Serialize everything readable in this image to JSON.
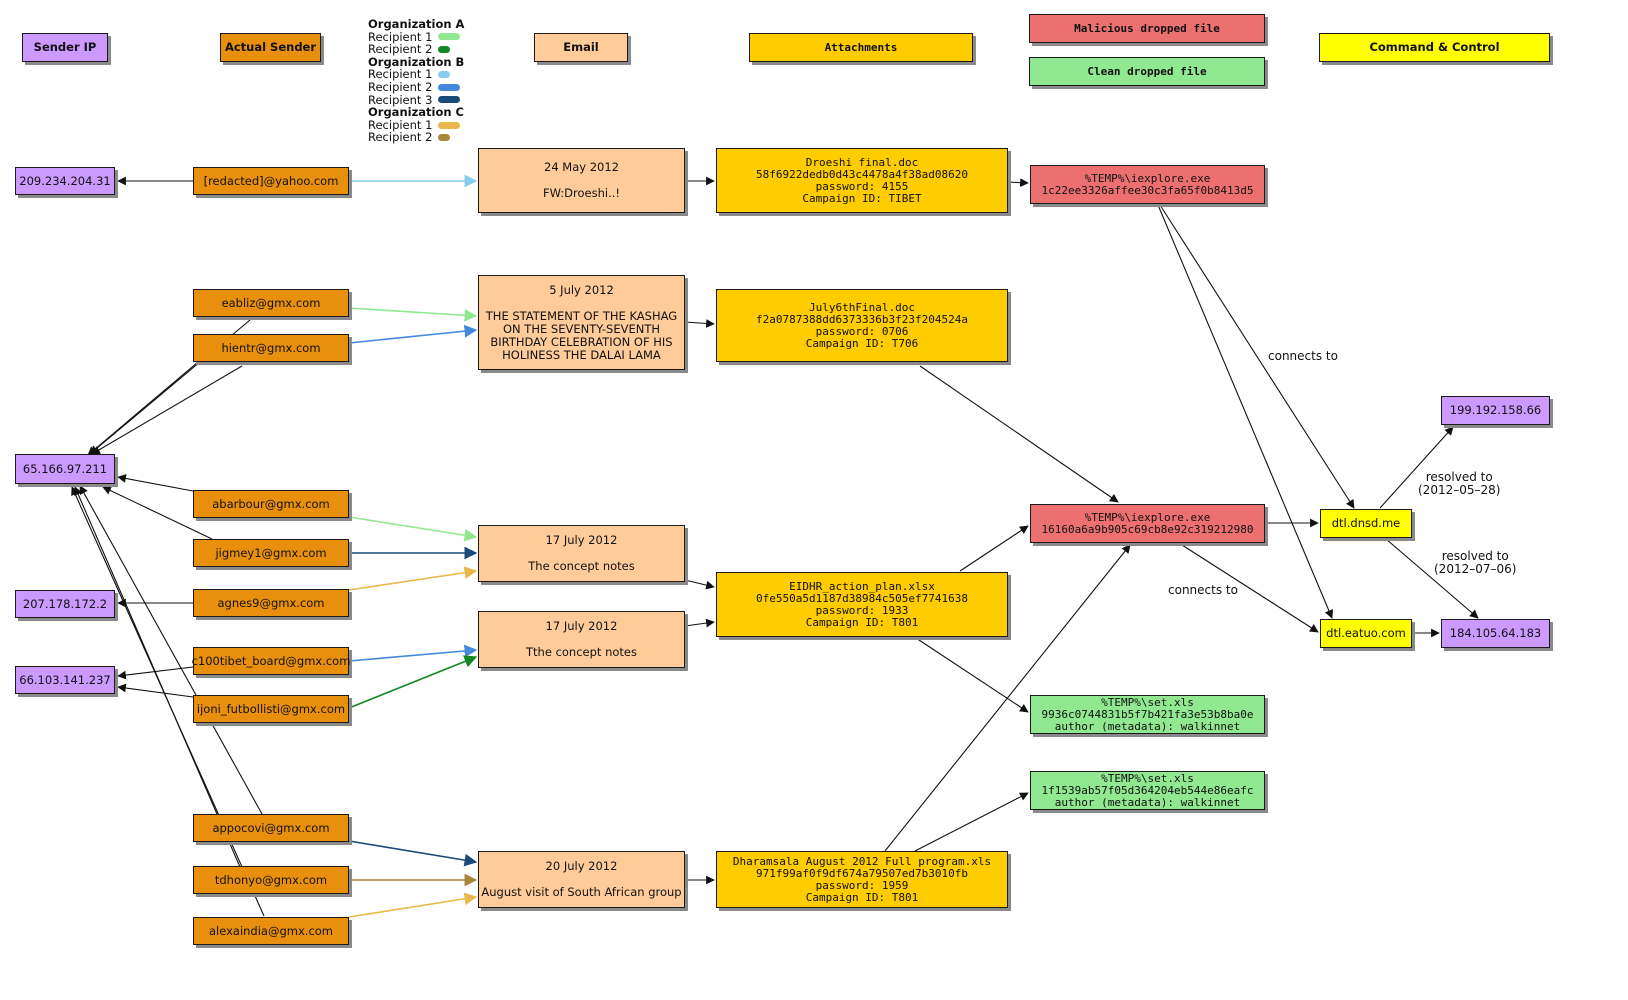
{
  "headers": {
    "sender_ip": "Sender IP",
    "actual_sender": "Actual Sender",
    "email": "Email",
    "attachments": "Attachments",
    "malicious": "Malicious dropped file",
    "clean": "Clean dropped file",
    "cc": "Command & Control"
  },
  "legend": [
    {
      "org": "Organization A",
      "recipients": [
        {
          "label": "Recipient 1",
          "color": "#90e890"
        },
        {
          "label": "Recipient 2",
          "color": "#118822"
        }
      ]
    },
    {
      "org": "Organization B",
      "recipients": [
        {
          "label": "Recipient 1",
          "color": "#88ccf0"
        },
        {
          "label": "Recipient 2",
          "color": "#4488dd"
        },
        {
          "label": "Recipient 3",
          "color": "#1a4a78"
        }
      ]
    },
    {
      "org": "Organization C",
      "recipients": [
        {
          "label": "Recipient 1",
          "color": "#e8b84a"
        },
        {
          "label": "Recipient 2",
          "color": "#a88838"
        }
      ]
    }
  ],
  "sender_ips": [
    "209.234.204.31",
    "65.166.97.211",
    "207.178.172.2",
    "66.103.141.237"
  ],
  "senders": [
    "[redacted]@yahoo.com",
    "eabliz@gmx.com",
    "hientr@gmx.com",
    "abarbour@gmx.com",
    "jigmey1@gmx.com",
    "agnes9@gmx.com",
    "c100tibet_board@gmx.com",
    "ijoni_futbollisti@gmx.com",
    "appocovi@gmx.com",
    "tdhonyo@gmx.com",
    "alexaindia@gmx.com"
  ],
  "emails": [
    {
      "date": "24 May 2012",
      "subject": "FW:Droeshi..!"
    },
    {
      "date": "5 July 2012",
      "subject": "THE STATEMENT OF THE KASHAG\nON THE SEVENTY-SEVENTH\nBIRTHDAY  CELEBRATION OF HIS\nHOLINESS THE DALAI LAMA"
    },
    {
      "date": "17 July 2012",
      "subject": "The concept notes"
    },
    {
      "date": "17 July 2012",
      "subject": "Tthe concept notes"
    },
    {
      "date": "20 July 2012",
      "subject": "August visit of South African group"
    }
  ],
  "attachments": [
    {
      "name": "Droeshi final.doc",
      "hash": "58f6922dedb0d43c4478a4f38ad08620",
      "password": "password: 4155",
      "campaign": "Campaign ID: TIBET"
    },
    {
      "name": "July6thFinal.doc",
      "hash": "f2a0787388dd6373336b3f23f204524a",
      "password": "password: 0706",
      "campaign": "Campaign ID: T706"
    },
    {
      "name": "EIDHR_action_plan.xlsx",
      "hash": "0fe550a5d1187d38984c505ef7741638",
      "password": "password: 1933",
      "campaign": "Campaign ID: T801"
    },
    {
      "name": "Dharamsala August 2012 Full program.xls",
      "hash": "971f99af0f9df674a79507ed7b3010fb",
      "password": "password: 1959",
      "campaign": "Campaign ID: T801"
    }
  ],
  "malicious_files": [
    {
      "path": "%TEMP%\\iexplore.exe",
      "hash": "1c22ee3326affee30c3fa65f0b8413d5"
    },
    {
      "path": "%TEMP%\\iexplore.exe",
      "hash": "16160a6a9b905c69cb8e92c319212980"
    }
  ],
  "clean_files": [
    {
      "path": "%TEMP%\\set.xls",
      "hash": "9936c0744831b5f7b421fa3e53b8ba0e",
      "author": "author (metadata): walkinnet"
    },
    {
      "path": "%TEMP%\\set.xls",
      "hash": "1f1539ab57f05d364204eb544e86eafc",
      "author": "author (metadata): walkinnet"
    }
  ],
  "cc_domains": [
    "dtl.dnsd.me",
    "dtl.eatuo.com"
  ],
  "cc_ips": [
    "199.192.158.66",
    "184.105.64.183"
  ],
  "edge_labels": {
    "connects_1": "connects to",
    "connects_2": "connects to",
    "resolved_1": "resolved to\n(2012–05–28)",
    "resolved_2": "resolved to\n(2012–07–06)"
  }
}
